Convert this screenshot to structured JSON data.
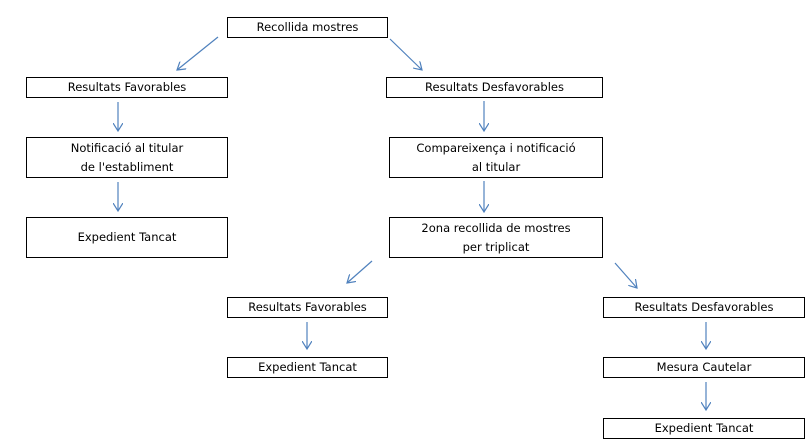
{
  "nodes": {
    "recollida": "Recollida mostres",
    "fav1": "Resultats Favorables",
    "desfav1": "Resultats Desfavorables",
    "notificacio": "Notificació al titular\nde l'establiment",
    "compareixenca": "Compareixença i notificació\nal titular",
    "tancat1": "Expedient Tancat",
    "segona": "2ona recollida de mostres\nper triplicat",
    "fav2": "Resultats Favorables",
    "desfav2": "Resultats Desfavorables",
    "tancat2": "Expedient Tancat",
    "cautelar": "Mesura Cautelar",
    "tancat3": "Expedient Tancat"
  },
  "colors": {
    "arrow": "#4f81bd",
    "border": "#000000"
  }
}
